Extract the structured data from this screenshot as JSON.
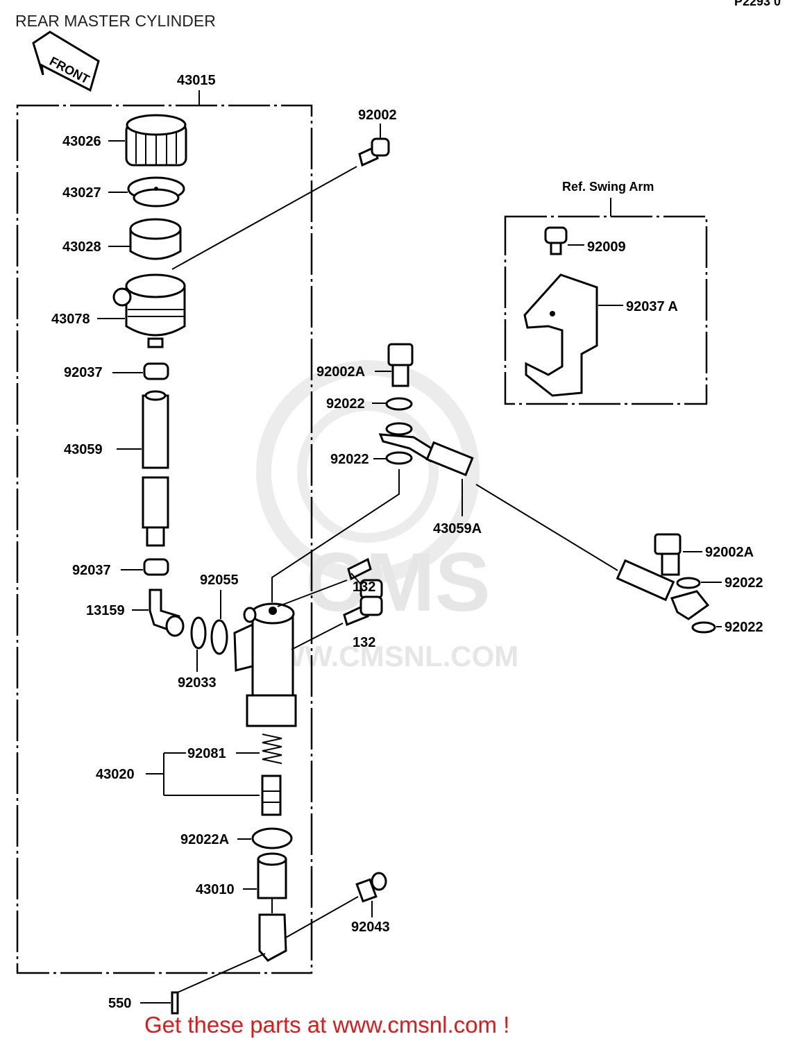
{
  "title": "REAR MASTER CYLINDER",
  "corner_ref": "P2293 0",
  "front_label": "FRONT",
  "assembly_label": "43015",
  "ref_label": "Ref. Swing Arm",
  "watermark": {
    "logo": "CMS",
    "url": "WWW.CMSNL.COM"
  },
  "footer": "Get these parts at www.cmsnl.com !",
  "parts": {
    "p43026": "43026",
    "p43027": "43027",
    "p43028": "43028",
    "p43078": "43078",
    "p92037_top": "92037",
    "p43059": "43059",
    "p92037_bottom": "92037",
    "p13159": "13159",
    "p92055": "92055",
    "p92033": "92033",
    "p92081": "92081",
    "p43020": "43020",
    "p92022A": "92022A",
    "p43010": "43010",
    "p92043": "92043",
    "p550": "550",
    "p132_a": "132",
    "p132_b": "132",
    "p92002": "92002",
    "p92002A_left": "92002A",
    "p92022_a": "92022",
    "p92022_b": "92022",
    "p43059A": "43059A",
    "p92002A_right": "92002A",
    "p92022_c": "92022",
    "p92022_d": "92022",
    "p92009": "92009",
    "p92037A": "92037 A"
  }
}
